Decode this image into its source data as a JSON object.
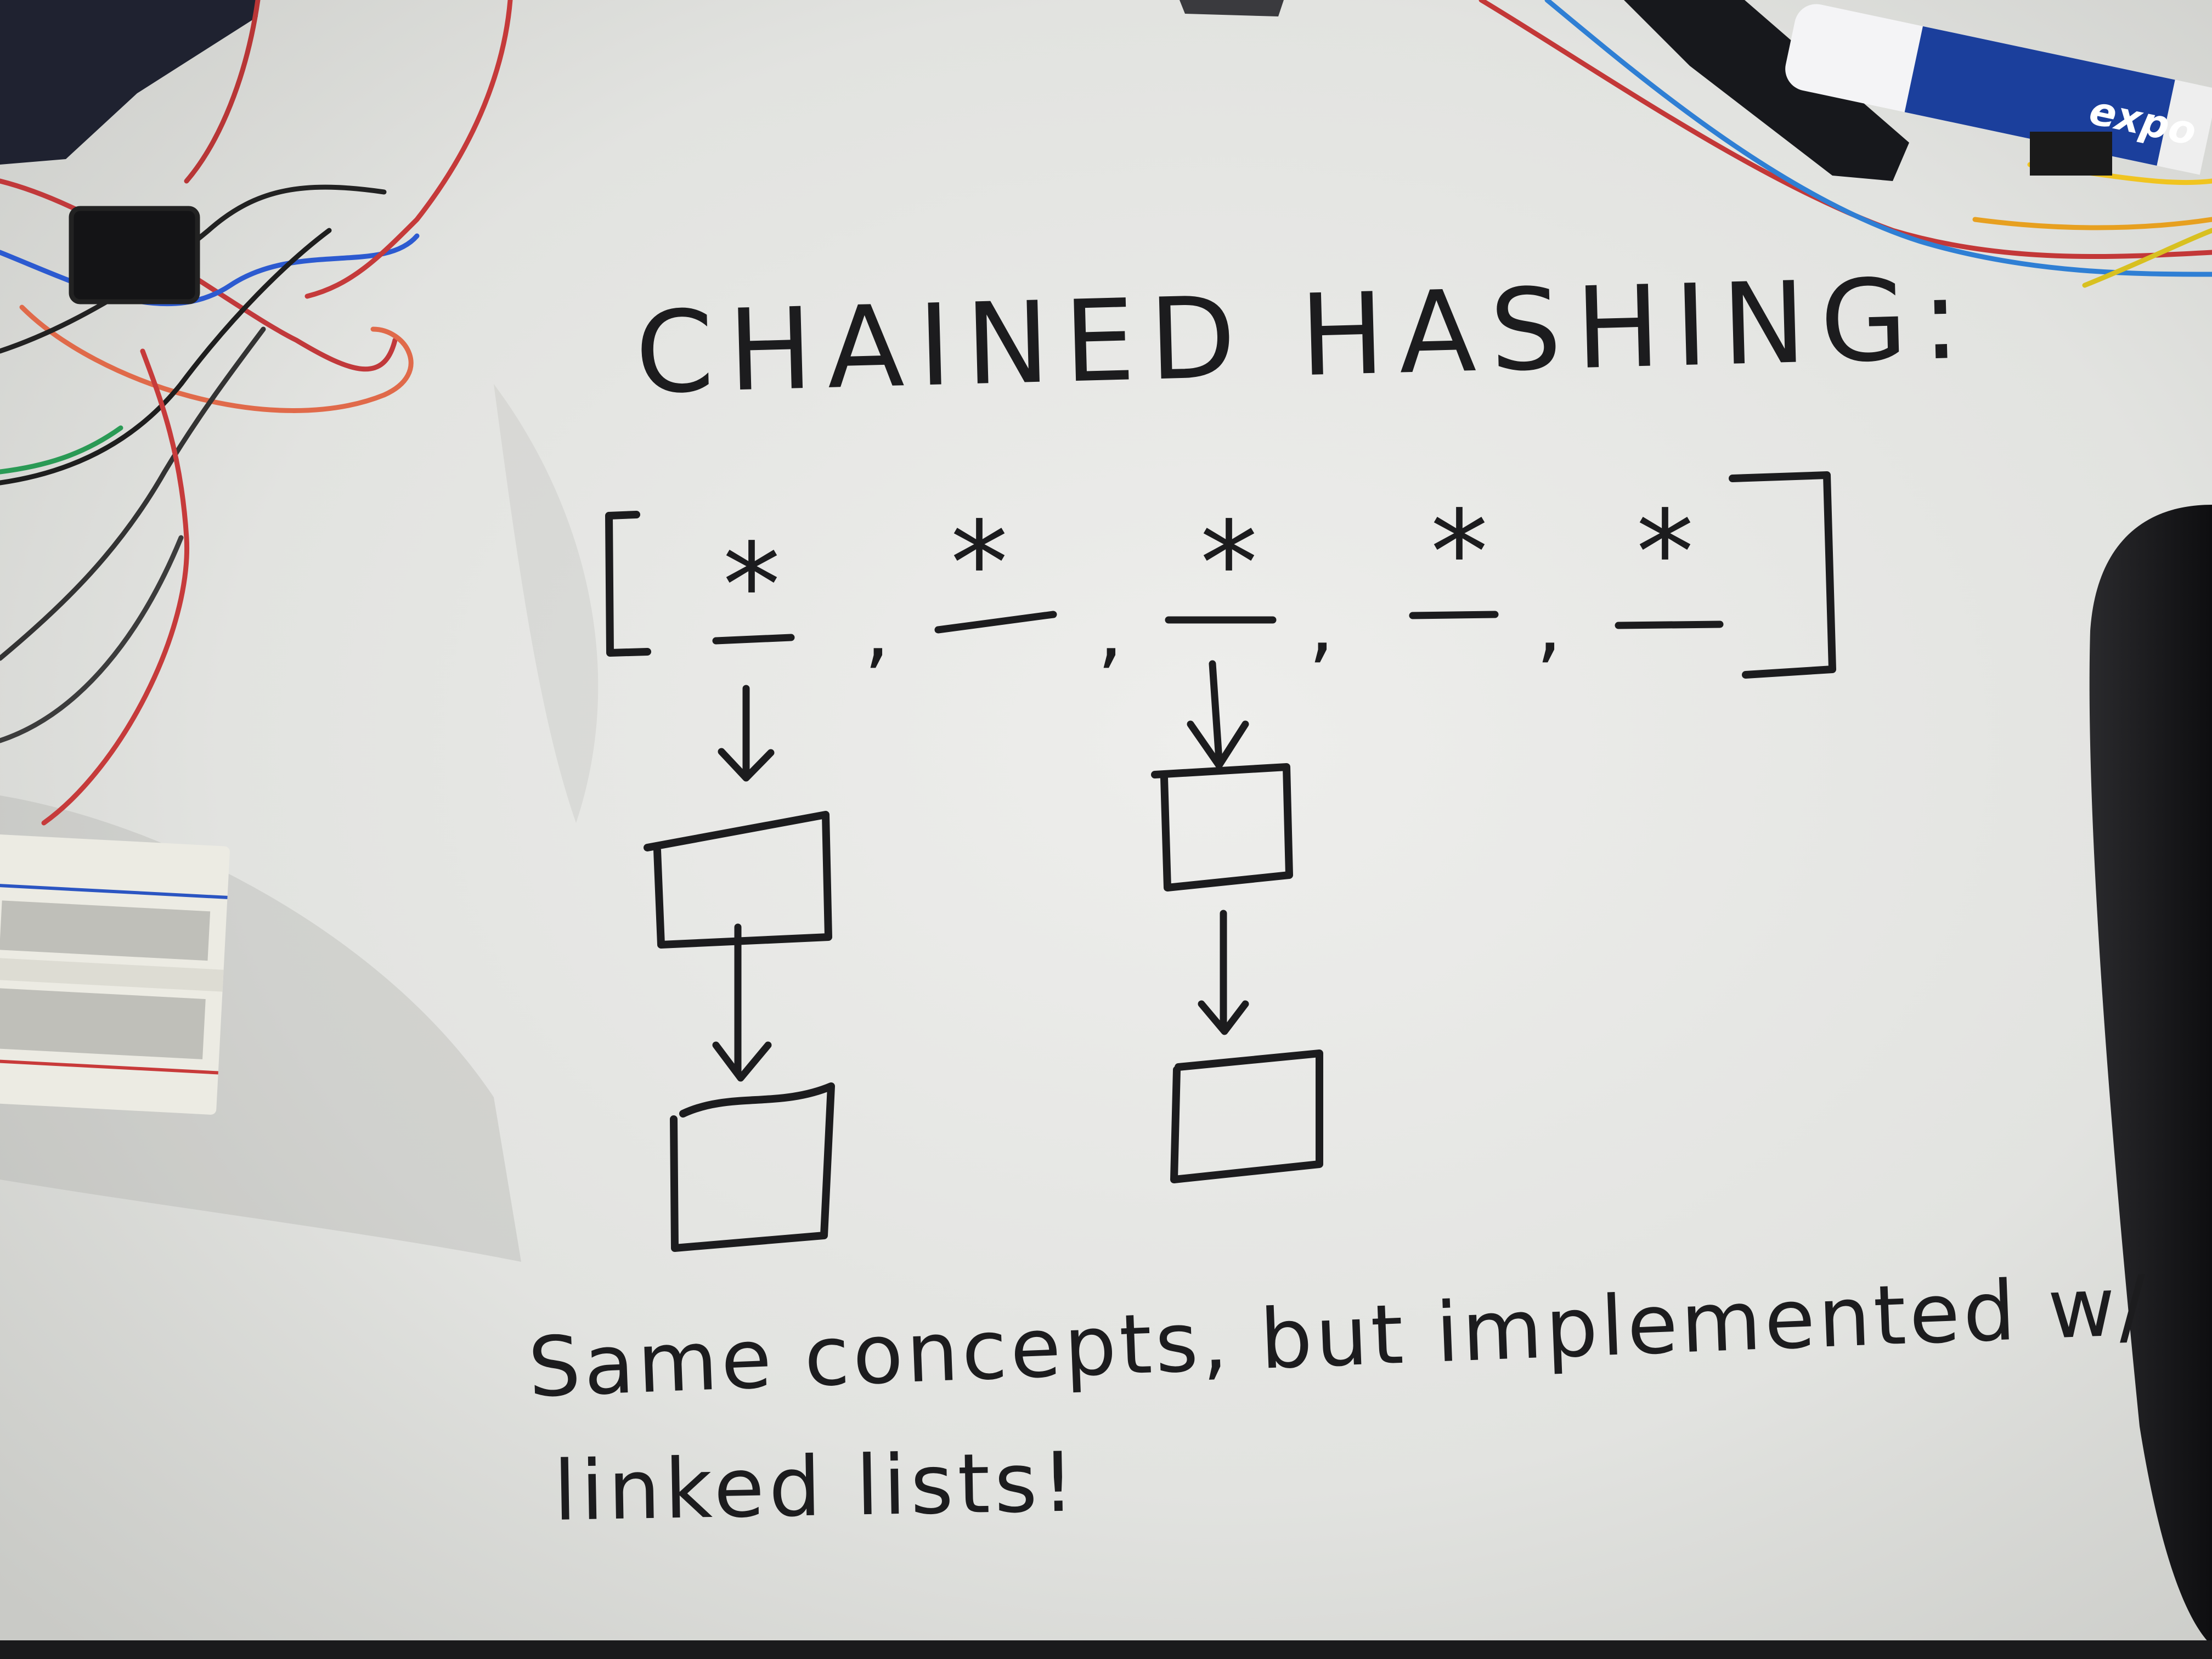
{
  "board": {
    "title": "CHAINED HASHING:",
    "array": {
      "slots": [
        "*",
        "*",
        "*",
        "*",
        "*"
      ],
      "separator": ","
    },
    "chains": [
      {
        "slot_index": 0,
        "node_count": 2
      },
      {
        "slot_index": 2,
        "node_count": 2
      }
    ],
    "note_line1": "Same concepts, but implemented w/",
    "note_line2": "linked lists!"
  },
  "colors": {
    "whiteboard": "#e6e7e4",
    "ink": "#1c1c1e",
    "desk": "#1a1a1c"
  },
  "props": {
    "marker": "expo-dry-erase-marker",
    "breadboard": "breadboard",
    "wires": "jumper-wires",
    "arduino": "microcontroller-board"
  }
}
